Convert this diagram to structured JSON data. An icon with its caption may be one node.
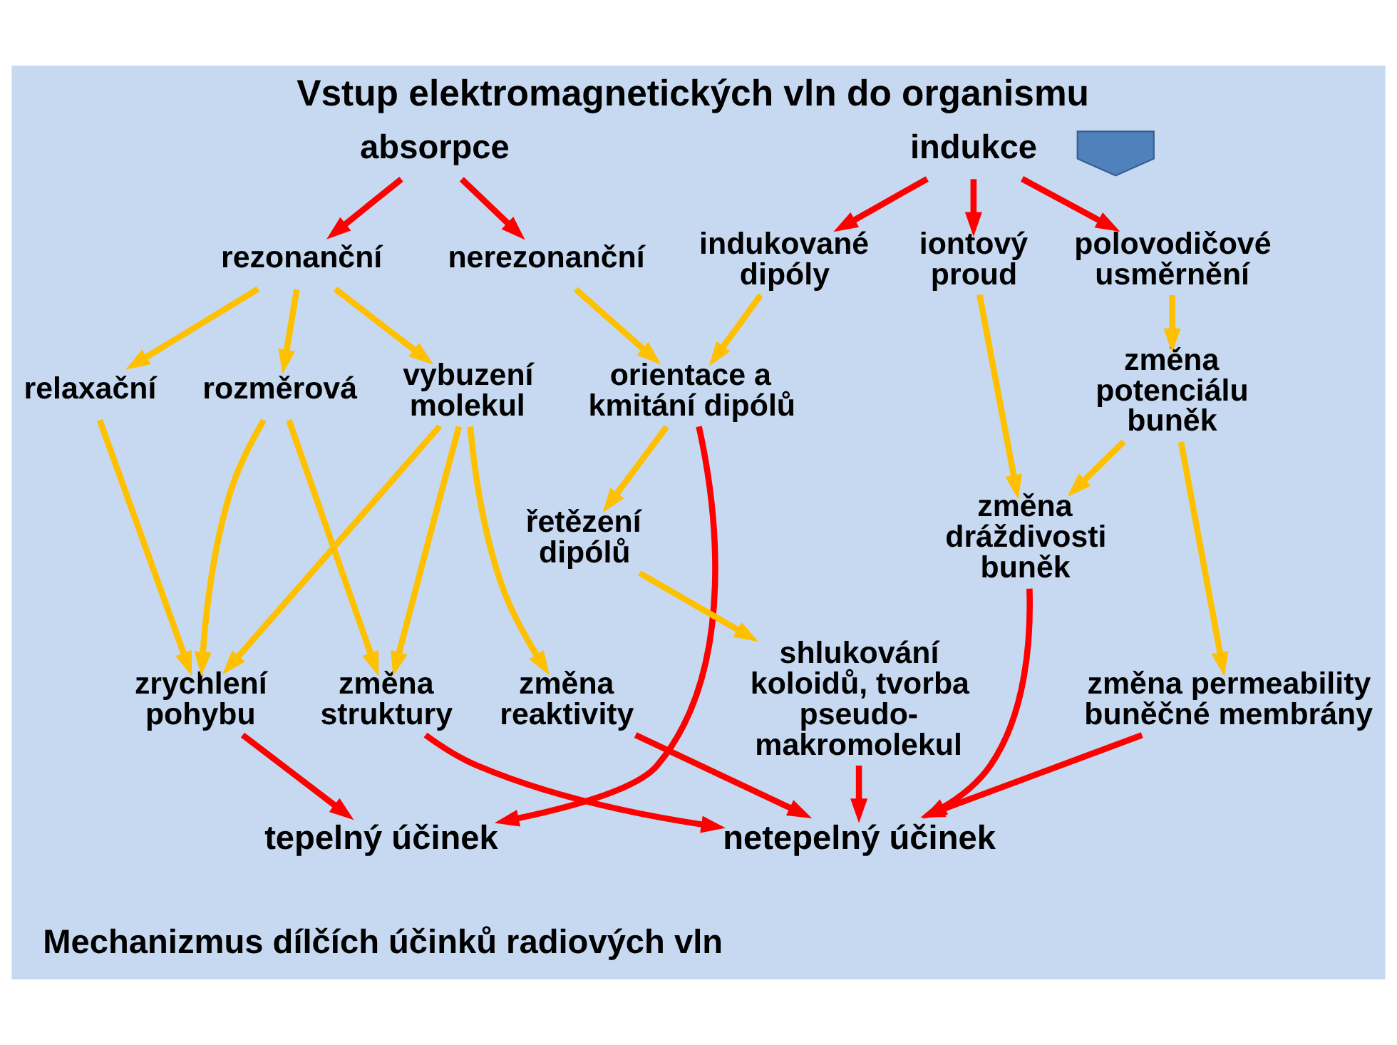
{
  "diagram": {
    "title": "Vstup elektromagnetických vln do organismu",
    "caption": "Mechanizmus dílčích účinků radiových vln",
    "nodes": [
      {
        "text": [
          "absorpce"
        ]
      },
      {
        "text": [],
        "shape": "arrow"
      },
      {
        "text": [
          "indukce"
        ]
      },
      {
        "text": [
          "rezonanční"
        ]
      },
      {
        "text": [
          "nerezonanční"
        ]
      },
      {
        "text": [
          "indukované dipóly"
        ]
      },
      {
        "text": [
          "iontový proud"
        ]
      },
      {
        "text": [
          "polovodičové usměrnění"
        ]
      },
      {
        "text": [
          "změna potenciálu buněk"
        ]
      },
      {
        "text": [
          "rozměrová"
        ]
      },
      {
        "text": [
          "relaxační"
        ]
      },
      {
        "text": [
          "vybuzení molekul"
        ]
      },
      {
        "text": [
          "orientace a kmitání dipólů"
        ]
      },
      {
        "text": [
          "změna dráždivosti buněk"
        ]
      },
      {
        "text": [
          "řetězení dipólů"
        ]
      },
      {
        "text": [
          "zrychlení pohybu"
        ]
      },
      {
        "text": [
          "změna struktury"
        ]
      },
      {
        "text": [
          "změna reaktivity"
        ]
      },
      {
        "text": [
          "shlukování koloidů, tvorba pseudo- makromolekul"
        ]
      },
      {
        "text": [
          "změna permeability buněčné membrány"
        ]
      },
      {
        "text": [
          "tepelný účinek"
        ]
      },
      {
        "text": [
          "netepelný účinek"
        ]
      }
    ],
    "edges": [
      {
        "from": 0,
        "to": 3,
        "arrow": "to",
        "color": "#ff0000"
      },
      {
        "from": 0,
        "to": 4,
        "arrow": "to",
        "color": "#ff0000"
      },
      {
        "from": 2,
        "to": 5,
        "arrow": "to",
        "color": "#ff0000"
      },
      {
        "from": 2,
        "to": 6,
        "arrow": "to",
        "color": "#ff0000"
      },
      {
        "from": 2,
        "to": 7,
        "arrow": "to",
        "color": "#ff0000"
      },
      {
        "from": 3,
        "to": 10,
        "arrow": "to"
      },
      {
        "from": 3,
        "to": 9,
        "arrow": "to"
      },
      {
        "from": 3,
        "to": 11,
        "arrow": "to"
      },
      {
        "from": 4,
        "to": 12,
        "arrow": "to"
      },
      {
        "from": 5,
        "to": 12,
        "arrow": "to"
      },
      {
        "from": 6,
        "to": 13,
        "arrow": "to"
      },
      {
        "from": 7,
        "to": 8,
        "arrow": "to"
      },
      {
        "from": 8,
        "to": 13,
        "arrow": "to"
      },
      {
        "from": 8,
        "to": 19,
        "arrow": "to"
      },
      {
        "from": 10,
        "to": 15,
        "arrow": "to"
      },
      {
        "from": 9,
        "to": 15,
        "arrow": "to"
      },
      {
        "from": 9,
        "to": 16,
        "arrow": "to"
      },
      {
        "from": 11,
        "to": 15,
        "arrow": "to"
      },
      {
        "from": 11,
        "to": 16,
        "arrow": "to"
      },
      {
        "from": 11,
        "to": 17,
        "arrow": "to"
      },
      {
        "from": 12,
        "to": 14,
        "arrow": "to"
      },
      {
        "from": 14,
        "to": 18,
        "arrow": "to"
      },
      {
        "from": 12,
        "to": 20,
        "arrow": "to",
        "color": "#ff0000"
      },
      {
        "from": 15,
        "to": 20,
        "arrow": "to",
        "color": "#ff0000"
      },
      {
        "from": 16,
        "to": 21,
        "arrow": "to",
        "color": "#ff0000"
      },
      {
        "from": 17,
        "to": 21,
        "arrow": "to",
        "color": "#ff0000"
      },
      {
        "from": 18,
        "to": 21,
        "arrow": "to",
        "color": "#ff0000"
      },
      {
        "from": 13,
        "to": 21,
        "arrow": "to",
        "color": "#ff0000"
      },
      {
        "from": 19,
        "to": 21,
        "arrow": "to",
        "color": "#ff0000"
      }
    ]
  }
}
